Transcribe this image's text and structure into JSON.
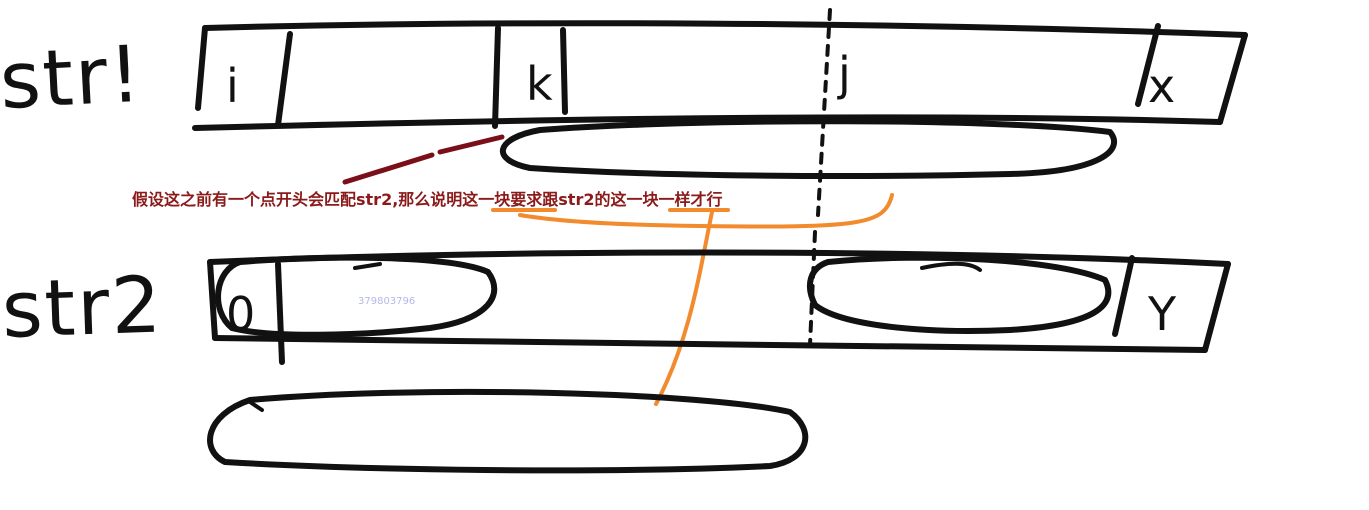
{
  "labels": {
    "str1": "str!",
    "str2": "str2"
  },
  "str1_cells": {
    "i": "i",
    "k": "k",
    "j": "j",
    "x": "x"
  },
  "str2_cells": {
    "zero": "0",
    "y": "Y"
  },
  "annotation": "假设这之前有一个点开头会匹配str2,那么说明这一块要求跟str2的这一块一样才行",
  "watermark": "379803796",
  "colors": {
    "ink": "#111111",
    "annotation": "#8b1a1a",
    "highlight": "#f28a2e",
    "red_stroke": "#7a0f1a"
  }
}
